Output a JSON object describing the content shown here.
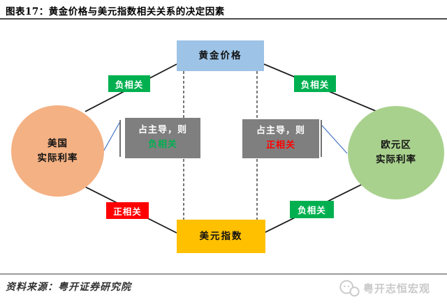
{
  "figure": {
    "title": "图表17：黄金价格与美元指数相关关系的决定因素",
    "source": "资料来源：粤开证券研究院",
    "watermark": "粤开志恒宏观"
  },
  "diagram": {
    "type": "relationship-diagram",
    "nodes": {
      "gold_price": {
        "label": "黄金价格",
        "shape": "rect"
      },
      "usd_index": {
        "label": "美元指数",
        "shape": "rect"
      },
      "us_real_rate": {
        "line1": "美国",
        "line2": "实际利率",
        "shape": "circle"
      },
      "euro_real_rate": {
        "line1": "欧元区",
        "line2": "实际利率",
        "shape": "circle"
      }
    },
    "edges": [
      {
        "from": "us_real_rate",
        "to": "gold_price",
        "label": "负相关",
        "style": "solid"
      },
      {
        "from": "euro_real_rate",
        "to": "gold_price",
        "label": "负相关",
        "style": "solid"
      },
      {
        "from": "us_real_rate",
        "to": "usd_index",
        "label": "正相关",
        "style": "solid"
      },
      {
        "from": "euro_real_rate",
        "to": "usd_index",
        "label": "负相关",
        "style": "solid"
      },
      {
        "from": "gold_price",
        "to": "usd_index",
        "label": "",
        "style": "dashed"
      },
      {
        "from": "gold_price",
        "to": "usd_index",
        "label": "",
        "style": "dashed"
      }
    ],
    "badges": {
      "top_left": {
        "label": "负相关"
      },
      "top_right": {
        "label": "负相关"
      },
      "bottom_left": {
        "label": "正相关"
      },
      "bottom_right": {
        "label": "负相关"
      }
    },
    "callouts": {
      "left": {
        "line1": "占主导，则",
        "line2": "负相关"
      },
      "right": {
        "line1": "占主导，则",
        "line2": "正相关"
      }
    }
  },
  "colors": {
    "gold_box": "#9DC3E6",
    "usd_box": "#FFC000",
    "us_circle": "#F4B183",
    "eu_circle": "#A9D18E",
    "callout_bg": "#7F7F7F",
    "negative_badge": "#00B050",
    "positive_badge": "#FF0000",
    "negative_text": "#00B050",
    "positive_text": "#FF0000",
    "connector_line": "#1A1A1A",
    "leader_line_blue": "#4472C4"
  }
}
